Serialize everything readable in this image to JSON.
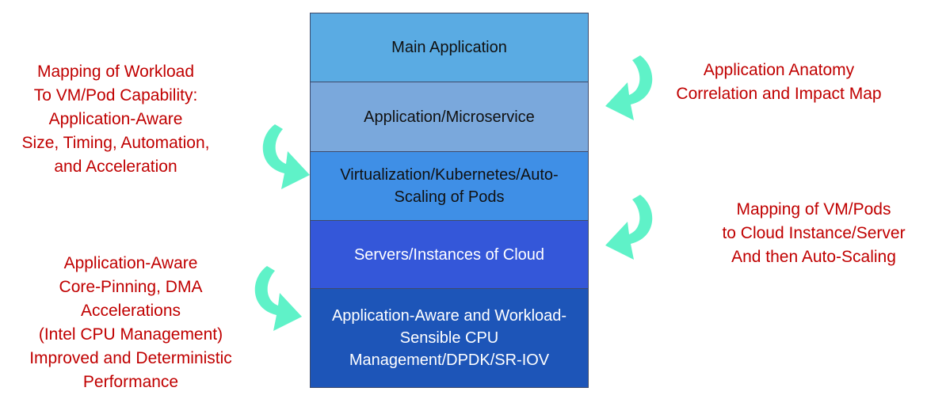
{
  "colors": {
    "annotation_text": "#c00000",
    "arrow": "#5ff2c8",
    "layer_fills": [
      "#5aabe3",
      "#7aa8dc",
      "#3f8fe6",
      "#3457d9",
      "#1d55b8"
    ]
  },
  "stack": {
    "layers": [
      {
        "label": "Main Application"
      },
      {
        "label": "Application/Microservice"
      },
      {
        "label": "Virtualization/Kubernetes/Auto-\nScaling of Pods"
      },
      {
        "label": "Servers/Instances of Cloud"
      },
      {
        "label": "Application-Aware and Workload-\nSensible CPU\nManagement/DPDK/SR-IOV"
      }
    ]
  },
  "annotations": {
    "workload_mapping": "Mapping of Workload\nTo VM/Pod Capability:\nApplication-Aware\nSize, Timing, Automation,\nand Acceleration",
    "core_pinning": "Application-Aware\nCore-Pinning, DMA\nAccelerations\n(Intel CPU Management)\nImproved and Deterministic\nPerformance",
    "anatomy_map": "Application Anatomy\nCorrelation and Impact Map",
    "vm_pod_mapping": "Mapping of VM/Pods\nto Cloud Instance/Server\nAnd then Auto-Scaling"
  },
  "arrows": [
    {
      "name": "curved-arrow-icon"
    },
    {
      "name": "curved-arrow-icon"
    },
    {
      "name": "curved-arrow-icon"
    },
    {
      "name": "curved-arrow-icon"
    }
  ]
}
